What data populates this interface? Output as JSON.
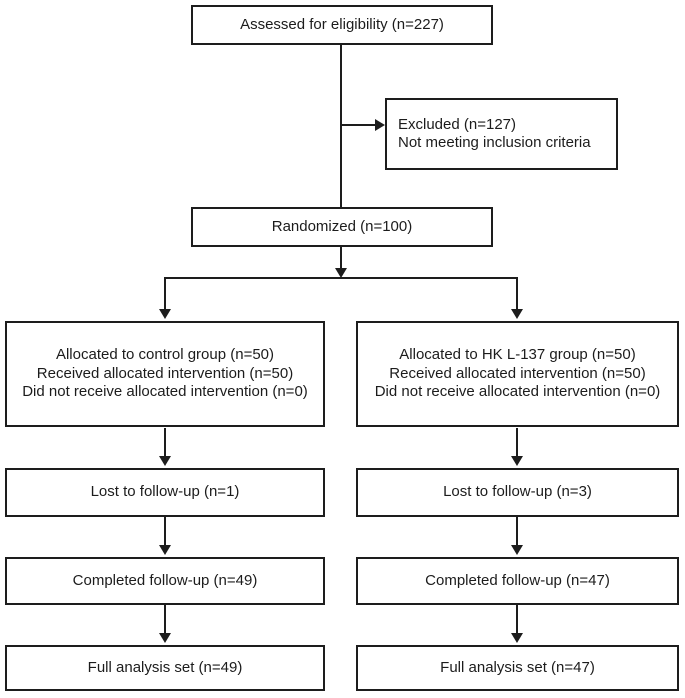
{
  "diagram": {
    "type": "consort-flowchart",
    "colors": {
      "background": "#ffffff",
      "border": "#1d1d1d",
      "text": "#1c1c1c",
      "arrow": "#1d1d1d"
    },
    "nodes": {
      "assessed": {
        "lines": [
          "Assessed for eligibility (n=227)"
        ]
      },
      "excluded": {
        "lines": [
          "Excluded (n=127)",
          "Not meeting inclusion criteria"
        ]
      },
      "randomized": {
        "lines": [
          "Randomized (n=100)"
        ]
      },
      "alloc_control": {
        "lines": [
          "Allocated to control group (n=50)",
          "Received allocated intervention (n=50)",
          "Did not receive allocated intervention (n=0)"
        ]
      },
      "alloc_hk": {
        "lines": [
          "Allocated to HK L-137 group (n=50)",
          "Received allocated intervention (n=50)",
          "Did not receive allocated intervention (n=0)"
        ]
      },
      "lost_control": {
        "lines": [
          "Lost to follow-up (n=1)"
        ]
      },
      "lost_hk": {
        "lines": [
          "Lost to follow-up (n=3)"
        ]
      },
      "completed_control": {
        "lines": [
          "Completed follow-up (n=49)"
        ]
      },
      "completed_hk": {
        "lines": [
          "Completed follow-up (n=47)"
        ]
      },
      "fas_control": {
        "lines": [
          "Full analysis set (n=49)"
        ]
      },
      "fas_hk": {
        "lines": [
          "Full analysis set (n=47)"
        ]
      }
    }
  }
}
